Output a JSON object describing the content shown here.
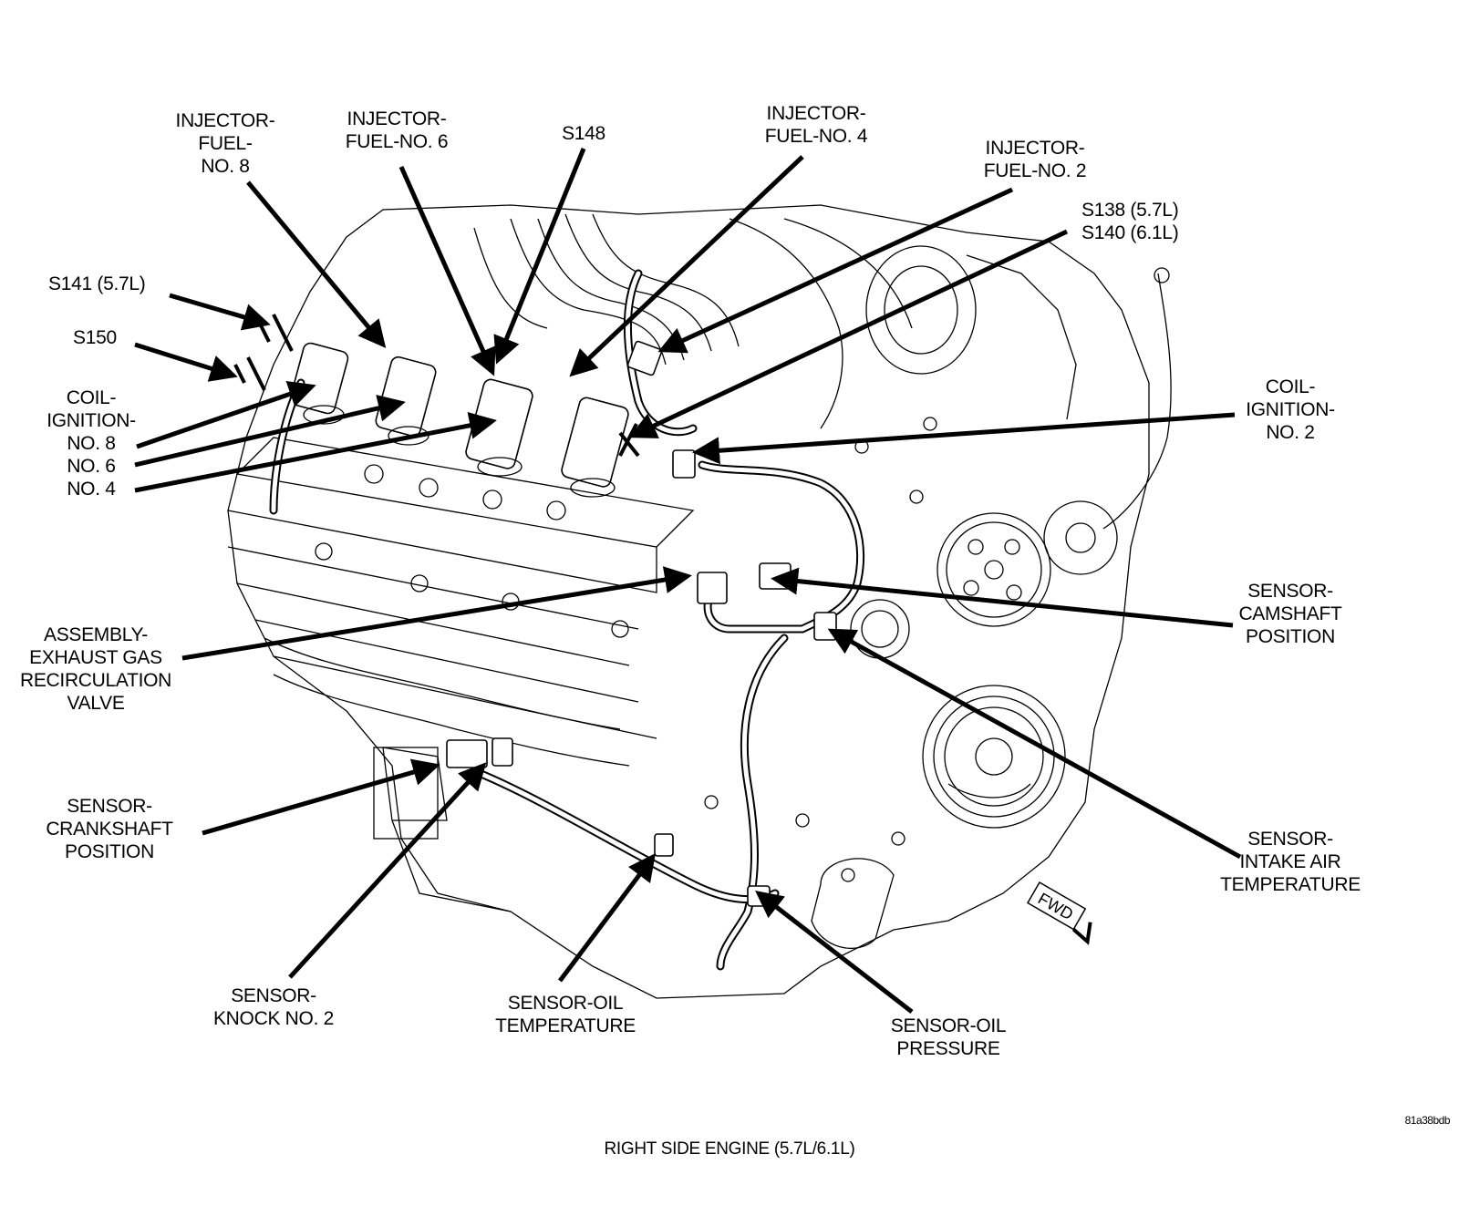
{
  "figure": {
    "caption": "RIGHT SIDE ENGINE (5.7L/6.1L)",
    "figure_id": "81a38bdb",
    "forward_indicator": "FWD"
  },
  "labels": [
    {
      "id": "injector-fuel-no-8",
      "text": "INJECTOR-\nFUEL-\nNO. 8"
    },
    {
      "id": "injector-fuel-no-6",
      "text": "INJECTOR-\nFUEL-NO. 6"
    },
    {
      "id": "s148",
      "text": "S148"
    },
    {
      "id": "injector-fuel-no-4",
      "text": "INJECTOR-\nFUEL-NO. 4"
    },
    {
      "id": "injector-fuel-no-2",
      "text": "INJECTOR-\nFUEL-NO. 2"
    },
    {
      "id": "s138-s140",
      "text": "S138 (5.7L)\nS140 (6.1L)"
    },
    {
      "id": "s141",
      "text": "S141 (5.7L)"
    },
    {
      "id": "s150",
      "text": "S150"
    },
    {
      "id": "coil-ignition-8-6-4",
      "text": "COIL-\nIGNITION-\nNO. 8\nNO. 6\nNO. 4"
    },
    {
      "id": "coil-ignition-no-2",
      "text": "COIL-\nIGNITION-\nNO. 2"
    },
    {
      "id": "sensor-camshaft-position",
      "text": "SENSOR-\nCAMSHAFT\nPOSITION"
    },
    {
      "id": "assembly-egr-valve",
      "text": "ASSEMBLY-\nEXHAUST GAS\nRECIRCULATION\nVALVE"
    },
    {
      "id": "sensor-crankshaft-position",
      "text": "SENSOR-\nCRANKSHAFT\nPOSITION"
    },
    {
      "id": "sensor-intake-air-temperature",
      "text": "SENSOR-\nINTAKE AIR\nTEMPERATURE"
    },
    {
      "id": "sensor-knock-no-2",
      "text": "SENSOR-\nKNOCK NO. 2"
    },
    {
      "id": "sensor-oil-temperature",
      "text": "SENSOR-OIL\nTEMPERATURE"
    },
    {
      "id": "sensor-oil-pressure",
      "text": "SENSOR-OIL\nPRESSURE"
    }
  ]
}
